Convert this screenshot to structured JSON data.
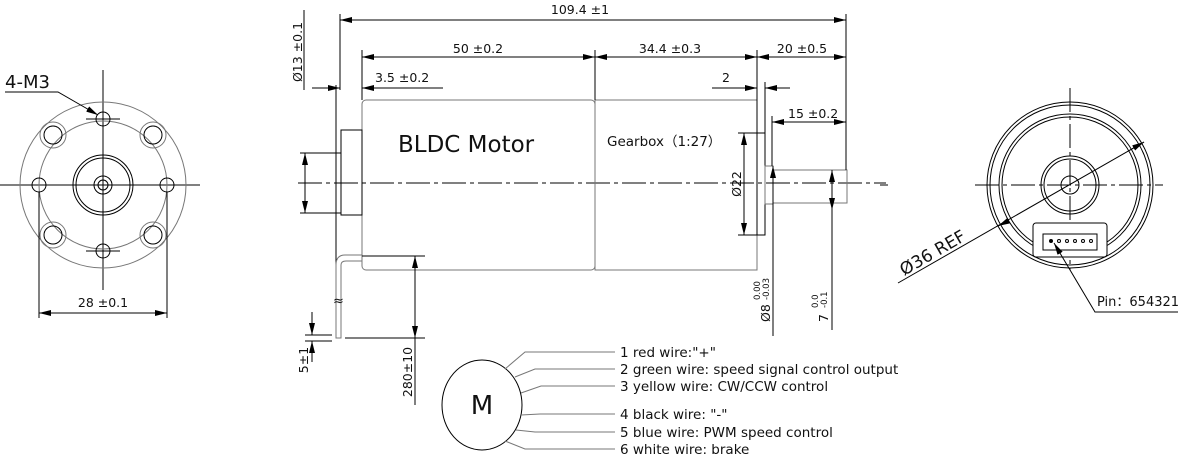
{
  "front_view": {
    "holes_label": "4-M3",
    "bolt_spacing": "28 ±0.1"
  },
  "side_view": {
    "overall_length": "109.4 ±1",
    "motor_length": "50 ±0.2",
    "gearbox_length": "34.4 ±0.3",
    "shaft_length": "20 ±0.5",
    "rear_boss": "3.5 ±0.2",
    "flange": "2",
    "flat_length": "15 ±0.2",
    "rear_diameter": "Ø13 ±0.1",
    "gearbox_diameter": "Ø22",
    "shaft_diameter": "Ø8",
    "shaft_tol_upper": "0.00",
    "shaft_tol_lower": "-0.03",
    "flat_value": "7",
    "flat_tol_upper": "0.0",
    "flat_tol_lower": "-0.1",
    "motor_label": "BLDC Motor",
    "gearbox_label": "Gearbox（1:27）",
    "wire_length": "280±10",
    "wire_strip": "5±1"
  },
  "rear_view": {
    "diameter": "Ø36 REF",
    "pin_label": "Pin：654321"
  },
  "wiring": {
    "symbol": "M",
    "wires": [
      "1 red wire:\"+\"",
      "2 green wire: speed signal control output",
      "3 yellow wire: CW/CCW control",
      "4 black wire: \"-\"",
      "5 blue wire: PWM speed control",
      "6 white wire: brake"
    ]
  }
}
